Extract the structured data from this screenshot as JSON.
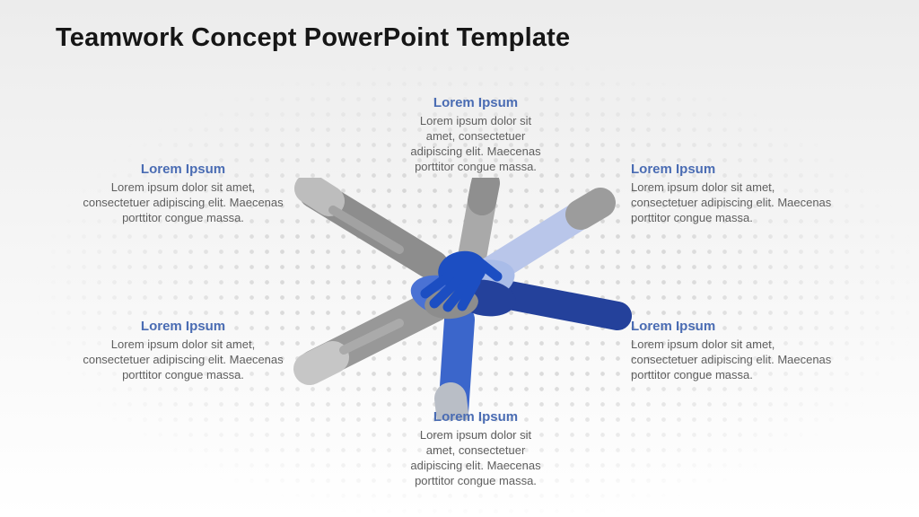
{
  "slide": {
    "title": "Teamwork Concept PowerPoint Template"
  },
  "blocks": [
    {
      "position": "top-center",
      "heading": "Lorem Ipsum",
      "body": "Lorem ipsum dolor sit\namet, consectetuer\nadipiscing elit. Maecenas\nporttitor congue massa."
    },
    {
      "position": "upper-left",
      "heading": "Lorem Ipsum",
      "body": "Lorem ipsum dolor sit amet,\nconsectetuer adipiscing elit. Maecenas\nporttitor congue massa."
    },
    {
      "position": "upper-right",
      "heading": "Lorem Ipsum",
      "body": "Lorem ipsum dolor sit amet,\nconsectetuer adipiscing elit. Maecenas\nporttitor congue massa."
    },
    {
      "position": "lower-left",
      "heading": "Lorem Ipsum",
      "body": "Lorem ipsum dolor sit amet,\nconsectetuer adipiscing elit. Maecenas\nporttitor congue massa."
    },
    {
      "position": "lower-right",
      "heading": "Lorem Ipsum",
      "body": "Lorem ipsum dolor sit amet,\nconsectetuer adipiscing elit. Maecenas\nporttitor congue massa."
    },
    {
      "position": "bottom-center",
      "heading": "Lorem Ipsum",
      "body": "Lorem ipsum dolor sit\namet, consectetuer\nadipiscing elit. Maecenas\nporttitor congue massa."
    }
  ],
  "illustration": {
    "description": "six hands stacked together in center (teamwork)"
  },
  "colors": {
    "heading_color": "#4a6cb3",
    "body_color": "#5f5f5f",
    "title_color": "#161616",
    "arm_gray": "#8d8d8d",
    "arm_light_blue": "#b9c6ea",
    "arm_navy": "#24419b",
    "arm_blue": "#3b66cb",
    "hand_top_blue": "#1c4ec2"
  }
}
